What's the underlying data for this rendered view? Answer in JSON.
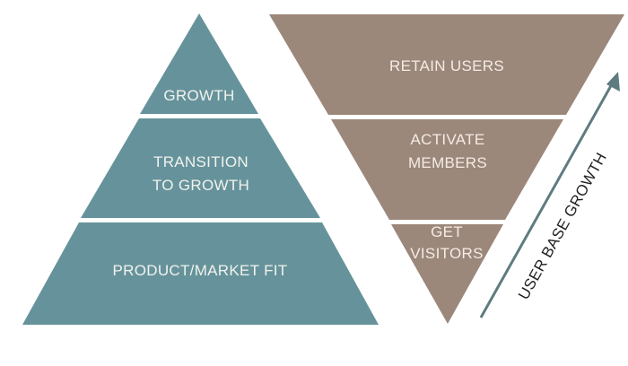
{
  "colors": {
    "pyramid_fill": "#66939b",
    "funnel_fill": "#9c877b",
    "arrow": "#5e7b80",
    "background": "#ffffff"
  },
  "pyramid": {
    "levels": [
      {
        "label_lines": [
          "GROWTH"
        ]
      },
      {
        "label_lines": [
          "TRANSITION",
          "TO GROWTH"
        ]
      },
      {
        "label_lines": [
          "PRODUCT/MARKET FIT"
        ]
      }
    ]
  },
  "funnel": {
    "levels": [
      {
        "label_lines": [
          "RETAIN USERS"
        ]
      },
      {
        "label_lines": [
          "ACTIVATE",
          "MEMBERS"
        ]
      },
      {
        "label_lines": [
          "GET",
          "VISITORS"
        ]
      }
    ]
  },
  "arrow": {
    "label": "USER BASE GROWTH",
    "icon": "arrow-up-right-icon"
  }
}
